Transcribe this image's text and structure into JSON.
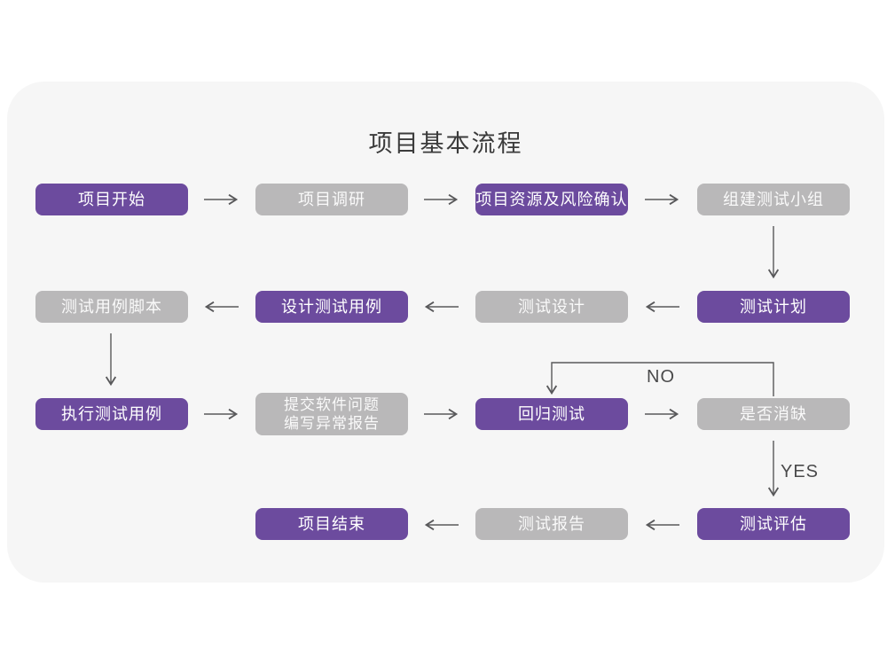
{
  "title": "项目基本流程",
  "colors": {
    "purple": "#6C4B9E",
    "gray": "#B9B8B9",
    "arrow": "#58585A",
    "card_bg": "#F6F6F6",
    "page_bg": "#FFFFFF",
    "node_text": "#FFFFFF",
    "title_text": "#3B3B3B",
    "edge_label_text": "#4A4A4B"
  },
  "chart_data": {
    "type": "flowchart",
    "title": "项目基本流程",
    "nodes": [
      {
        "id": "project_start",
        "label": "项目开始",
        "variant": "purple"
      },
      {
        "id": "project_research",
        "label": "项目调研",
        "variant": "gray"
      },
      {
        "id": "resources_risk",
        "label": "项目资源及风险确认",
        "variant": "purple"
      },
      {
        "id": "build_test_team",
        "label": "组建测试小组",
        "variant": "gray"
      },
      {
        "id": "test_plan",
        "label": "测试计划",
        "variant": "purple"
      },
      {
        "id": "test_design",
        "label": "测试设计",
        "variant": "gray"
      },
      {
        "id": "design_test_case",
        "label": "设计测试用例",
        "variant": "purple"
      },
      {
        "id": "test_case_script",
        "label": "测试用例脚本",
        "variant": "gray"
      },
      {
        "id": "execute_test_case",
        "label": "执行测试用例",
        "variant": "purple"
      },
      {
        "id": "submit_issues",
        "label": "提交软件问题 编写异常报告",
        "variant": "gray"
      },
      {
        "id": "regression_test",
        "label": "回归测试",
        "variant": "purple"
      },
      {
        "id": "defect_cleared",
        "label": "是否消缺",
        "variant": "gray"
      },
      {
        "id": "test_evaluation",
        "label": "测试评估",
        "variant": "purple"
      },
      {
        "id": "test_report",
        "label": "测试报告",
        "variant": "gray"
      },
      {
        "id": "project_end",
        "label": "项目结束",
        "variant": "purple"
      }
    ],
    "edges": [
      {
        "from": "project_start",
        "to": "project_research"
      },
      {
        "from": "project_research",
        "to": "resources_risk"
      },
      {
        "from": "resources_risk",
        "to": "build_test_team"
      },
      {
        "from": "build_test_team",
        "to": "test_plan"
      },
      {
        "from": "test_plan",
        "to": "test_design"
      },
      {
        "from": "test_design",
        "to": "design_test_case"
      },
      {
        "from": "design_test_case",
        "to": "test_case_script"
      },
      {
        "from": "test_case_script",
        "to": "execute_test_case"
      },
      {
        "from": "execute_test_case",
        "to": "submit_issues"
      },
      {
        "from": "submit_issues",
        "to": "regression_test"
      },
      {
        "from": "regression_test",
        "to": "defect_cleared"
      },
      {
        "from": "defect_cleared",
        "to": "regression_test",
        "label": "NO"
      },
      {
        "from": "defect_cleared",
        "to": "test_evaluation",
        "label": "YES"
      },
      {
        "from": "test_evaluation",
        "to": "test_report"
      },
      {
        "from": "test_report",
        "to": "project_end"
      }
    ]
  },
  "nodes": {
    "project_start": {
      "label": "项目开始"
    },
    "project_research": {
      "label": "项目调研"
    },
    "resources_risk": {
      "label": "项目资源及风险确认"
    },
    "build_test_team": {
      "label": "组建测试小组"
    },
    "test_case_script": {
      "label": "测试用例脚本"
    },
    "design_test_case": {
      "label": "设计测试用例"
    },
    "test_design": {
      "label": "测试设计"
    },
    "test_plan": {
      "label": "测试计划"
    },
    "execute_test_case": {
      "label": "执行测试用例"
    },
    "submit_issues": {
      "label": "提交软件问题",
      "label2": "编写异常报告"
    },
    "regression_test": {
      "label": "回归测试"
    },
    "defect_cleared": {
      "label": "是否消缺"
    },
    "project_end": {
      "label": "项目结束"
    },
    "test_report": {
      "label": "测试报告"
    },
    "test_evaluation": {
      "label": "测试评估"
    }
  },
  "edge_labels": {
    "no": "NO",
    "yes": "YES"
  }
}
